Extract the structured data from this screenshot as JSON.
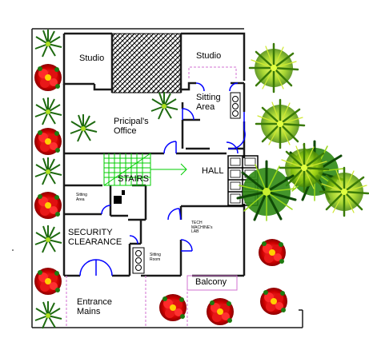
{
  "rooms": {
    "studio_left": "Studio",
    "studio_right": "Studio",
    "sitting_area": "Sitting\nArea",
    "principal_office": "Pricipal's\nOffice",
    "stairs": "STAIRS",
    "hall": "HALL",
    "sitting_area_small": "Sitting\nArea",
    "security_clearance": "SECURITY\nCLEARANCE",
    "tech_lab": "TECH\nMACHINE's\nLAB",
    "sitting_room": "Sitting\nRoom",
    "balcony": "Balcony",
    "entrance": "Entrance\nMains"
  },
  "colors": {
    "wall": "#1a1a1a",
    "door": "#0000ff",
    "stair": "#00cc00",
    "flower": "#dd0000",
    "leaf": "#1e7a10",
    "dashed": "#d070d0"
  }
}
